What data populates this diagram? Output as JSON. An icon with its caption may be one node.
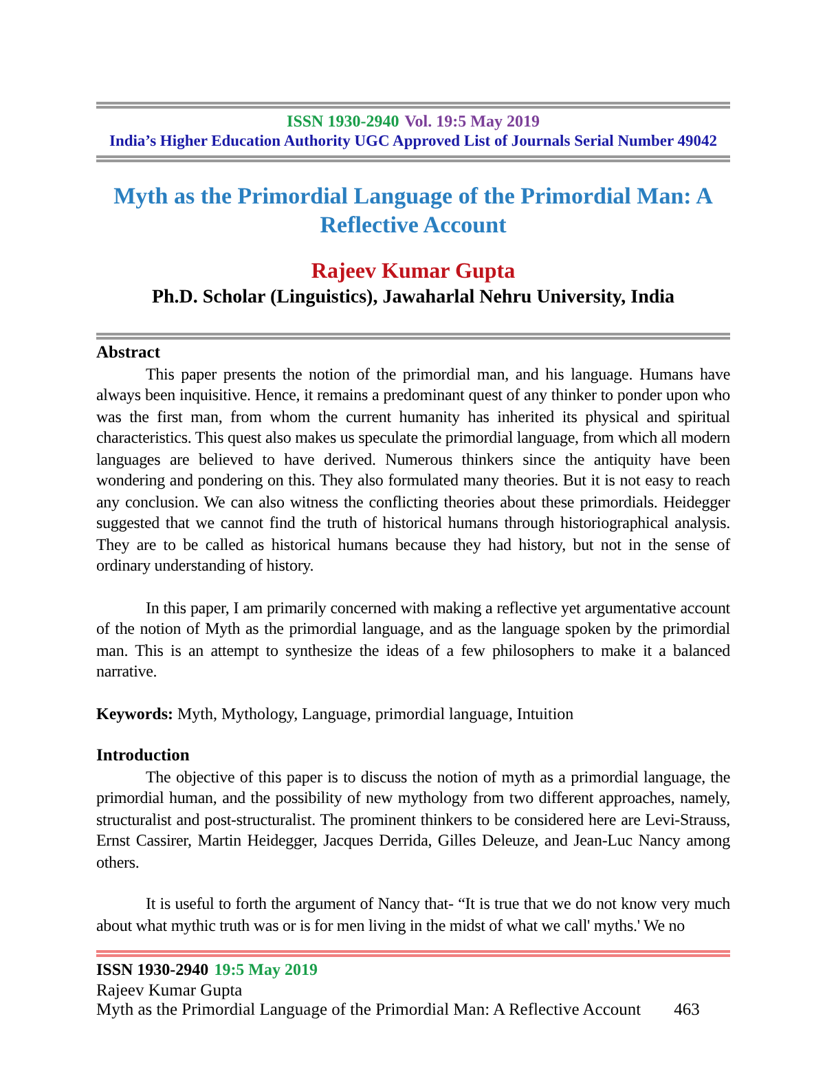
{
  "diagram": {
    "title": "Myth as the Primordial Language of the Primordial Man: A Reflective Account",
    "labels": [
      "ISSN 1930-2940",
      "Vol. 19:5 May 2019",
      "India’s Higher Education Authority UGC Approved List of Journals Serial Number 49042",
      "Rajeev Kumar Gupta",
      "Ph.D. Scholar (Linguistics), Jawaharlal Nehru University, India",
      "Abstract",
      "This paper presents the notion of the primordial man, and his language. Humans have always been inquisitive. Hence, it remains a predominant quest of any thinker to ponder upon who was the first man, from whom the current humanity has inherited its physical and spiritual characteristics. This quest also makes us speculate the primordial language, from which all modern languages are believed to have derived. Numerous thinkers since the antiquity have been wondering and pondering on this. They also formulated many theories. But it is not easy to reach any conclusion. We can also witness the conflicting theories about these primordials. Heidegger suggested that we cannot find the truth of historical humans through historiographical analysis. They are to be called as historical humans because they had history, but not in the sense of ordinary understanding of history.",
      "In this paper, I am primarily concerned with making a reflective yet argumentative account of the notion of Myth as the primordial language, and as the language spoken by the primordial man. This is an attempt to synthesize the ideas of a few philosophers to make it a balanced narrative.",
      "**Keywords:** Myth, Mythology, Language, primordial language, Intuition",
      "Introduction",
      "The objective of this paper is to discuss the notion of myth as a primordial language, the primordial human, and the possibility of new mythology from two different approaches, namely, structuralist and post-structuralist. The prominent thinkers to be considered here are Levi-Strauss, Ernst Cassirer, Martin Heidegger, Jacques Derrida, Gilles Deleuze, and Jean-Luc Nancy among others.",
      "It is useful to forth the argument of Nancy that- “It is true that we do not know very much about what mythic truth was or is for men living in the midst of what we call' myths.' We no",
      "ISSN 1930-2940",
      "19:5 May 2019",
      "Rajeev Kumar Gupta",
      "Myth as the Primordial Language of the Primordial Man: A Reflective Account",
      "463"
    ]
  }
}
